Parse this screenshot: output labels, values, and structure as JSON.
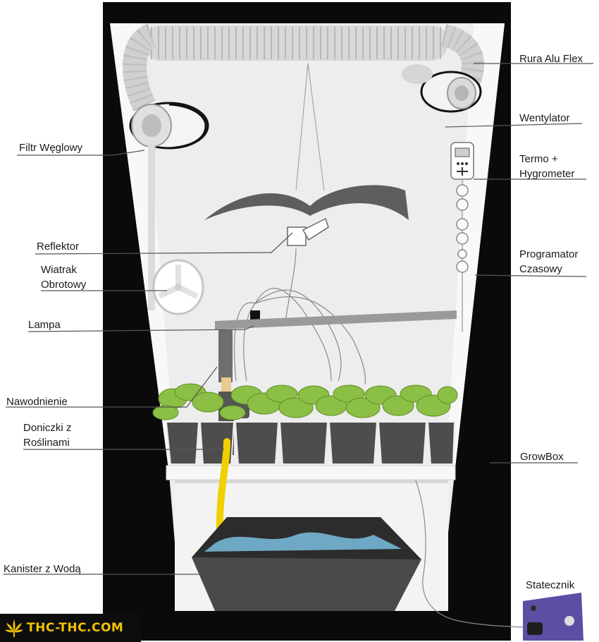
{
  "labels": {
    "rura": "Rura Alu Flex",
    "wentylator": "Wentylator",
    "termo_1": "Termo +",
    "termo_2": "Hygrometer",
    "filtr": "Filtr Węglowy",
    "reflektor": "Reflektor",
    "wiatrak_1": "Wiatrak",
    "wiatrak_2": "Obrotowy",
    "programator_1": "Programator",
    "programator_2": "Czasowy",
    "lampa": "Lampa",
    "nawodnienie": "Nawodnienie",
    "doniczki_1": "Doniczki z",
    "doniczki_2": "Roślinami",
    "growbox": "GrowBox",
    "kanister": "Kanister z Wodą",
    "statecznik": "Statecznik"
  },
  "logo": {
    "text": "THC-THC.COM"
  },
  "colors": {
    "frame": "#0a0a0a",
    "tent_inner": "#eeeeee",
    "plants": "#8cbf45",
    "pots": "#4d4d4d",
    "water": "#6fa8c4",
    "hose": "#f0d000",
    "ballast": "#5a4fa3",
    "logo_text": "#f2c200"
  }
}
